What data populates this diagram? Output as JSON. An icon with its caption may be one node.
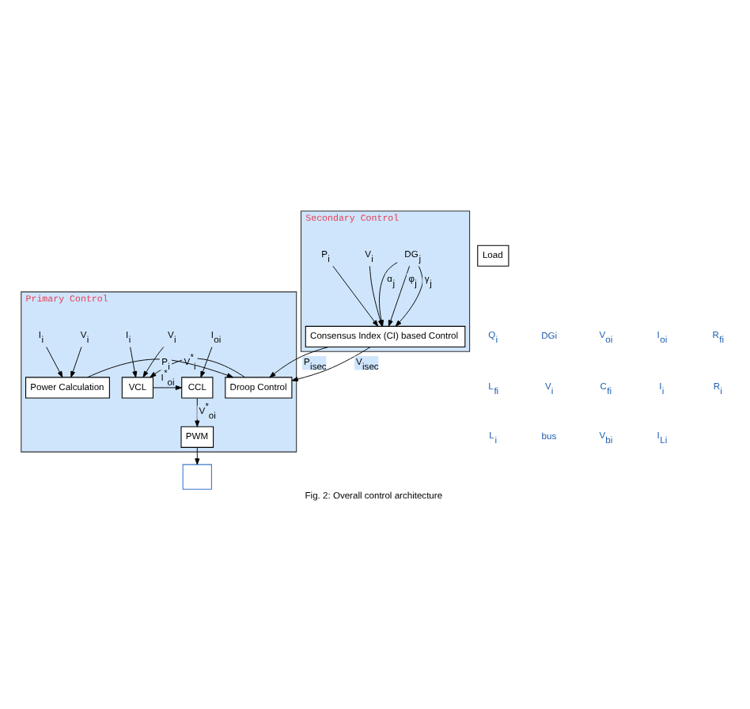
{
  "diagram": {
    "caption": "Fig. 2: Overall control architecture",
    "nodes": [
      {
        "text": [
          "Secondary Control"
        ]
      },
      {
        "text": [
          "Consensus Index (CI) based Control"
        ],
        "in": 0
      },
      {
        "text": [
          "DG$_{j}$"
        ],
        "in": 0
      },
      {
        "text": [
          "V$_{i}$"
        ],
        "in": 0
      },
      {
        "text": [
          "P$_{i}$"
        ],
        "in": 0
      },
      {
        "text": [
          "Primary Control"
        ]
      },
      {
        "text": [
          "CCL"
        ],
        "in": 5
      },
      {
        "text": [
          "VCL"
        ],
        "in": 5
      },
      {
        "text": [
          "Droop Control"
        ],
        "in": 5
      },
      {
        "text": [
          "Power Calculation"
        ],
        "in": 5
      },
      {
        "text": [
          "PWM"
        ],
        "in": 5
      },
      {
        "text": [
          "I$_{oi}$"
        ],
        "in": 5
      },
      {
        "text": [
          "V$_{i}$"
        ],
        "in": 5
      },
      {
        "text": [
          "I$_{i}$"
        ],
        "in": 5
      },
      {
        "text": [
          "V$_{i}$"
        ],
        "in": 5
      },
      {
        "text": [
          "I$_{i}$"
        ],
        "in": 5
      },
      {
        "text": [],
        "shape": "box"
      },
      {
        "text": [
          "Load"
        ]
      }
    ],
    "edges": [
      {
        "from": 3,
        "to": 1,
        "arrow": "to"
      },
      {
        "from": 4,
        "to": 1,
        "arrow": "to"
      },
      {
        "from": 2,
        "to": 1,
        "arrow": "to",
        "label": "α$_{j}$"
      },
      {
        "from": 2,
        "to": 1,
        "arrow": "to",
        "label": "φ$_{j}$"
      },
      {
        "from": 2,
        "to": 1,
        "arrow": "to",
        "label": "γ$_{j}$"
      },
      {
        "from": 1,
        "to": 8,
        "arrow": "to",
        "label": "P$_{isec}$"
      },
      {
        "from": 1,
        "to": 8,
        "arrow": "to",
        "label": "V$_{isec}$"
      },
      {
        "from": 9,
        "to": 8,
        "arrow": "to",
        "label": "P$_{i}$"
      },
      {
        "from": 8,
        "to": 7,
        "arrow": "to",
        "label": "V$^{*}$$_{i}$"
      },
      {
        "from": 7,
        "to": 6,
        "arrow": "to",
        "label": "I$^{*}$$_{oi}$"
      },
      {
        "from": 6,
        "to": 10,
        "arrow": "to",
        "label": "V$^{*}$$_{oi}$"
      },
      {
        "from": 11,
        "to": 6,
        "arrow": "to"
      },
      {
        "from": 12,
        "to": 7,
        "arrow": "to"
      },
      {
        "from": 13,
        "to": 7,
        "arrow": "to"
      },
      {
        "from": 14,
        "to": 9,
        "arrow": "to"
      },
      {
        "from": 15,
        "to": 9,
        "arrow": "to"
      },
      {
        "from": 10,
        "to": 16,
        "arrow": "to"
      }
    ],
    "labels": [
      "Q$_{i}$",
      "DGi",
      "V$_{oi}$",
      "I$_{oi}$",
      "R$_{fi}$",
      "L$_{fi}$",
      "V$_{i}$",
      "C$_{fi}$",
      "I$_{i}$",
      "R$_{i}$",
      "L$_{i}$",
      "bus",
      "V$_{bi}$",
      "I$_{Li}$"
    ]
  }
}
